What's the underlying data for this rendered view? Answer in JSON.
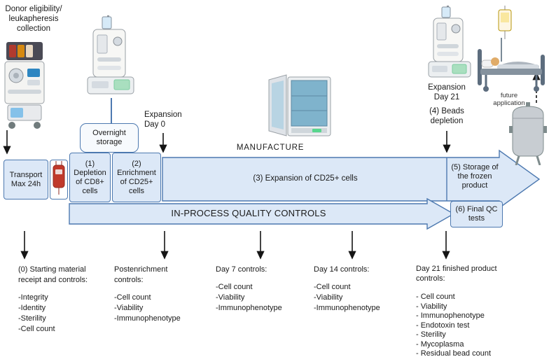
{
  "colors": {
    "box_fill": "#dce8f7",
    "box_border": "#4d79b0",
    "storage_fill": "#f7fafd",
    "text": "#1a1a1a"
  },
  "stage_labels": {
    "donor": "Donor eligibility/ leukapheresis collection",
    "overnight": "Overnight storage",
    "expansion_day0": "Expansion Day 0",
    "manufacture": "MANUFACTURE",
    "expansion_day21": "Expansion Day 21",
    "beads_depletion": "(4) Beads depletion",
    "future_application": "future application"
  },
  "process_band": {
    "transport": "Transport Max 24h",
    "step1": "(1) Depletion of CD8+ cells",
    "step2": "(2) Enrichment of CD25+ cells",
    "step3": "(3) Expansion of CD25+ cells",
    "step5": "(5) Storage of the frozen product",
    "qc": "IN-PROCESS QUALITY CONTROLS",
    "step6": "(6) Final QC tests"
  },
  "controls": [
    {
      "title": "(0) Starting material receipt and controls:",
      "items": [
        "-Integrity",
        "-Identity",
        "-Sterility",
        "-Cell count"
      ]
    },
    {
      "title": "Postenrichment controls:",
      "items": [
        "-Cell count",
        "-Viability",
        "-Immunophenotype"
      ]
    },
    {
      "title": "Day 7 controls:",
      "items": [
        "-Cell count",
        "-Viability",
        "-Immunophenotype"
      ]
    },
    {
      "title": "Day 14 controls:",
      "items": [
        "-Cell count",
        "-Viability",
        "-Immunophenotype"
      ]
    },
    {
      "title": "Day 21 finished product controls:",
      "items": [
        "- Cell count",
        "- Viability",
        "- Immunophenotype",
        "- Endotoxin test",
        "- Sterility",
        "- Mycoplasma",
        "- Residual bead count"
      ]
    }
  ]
}
